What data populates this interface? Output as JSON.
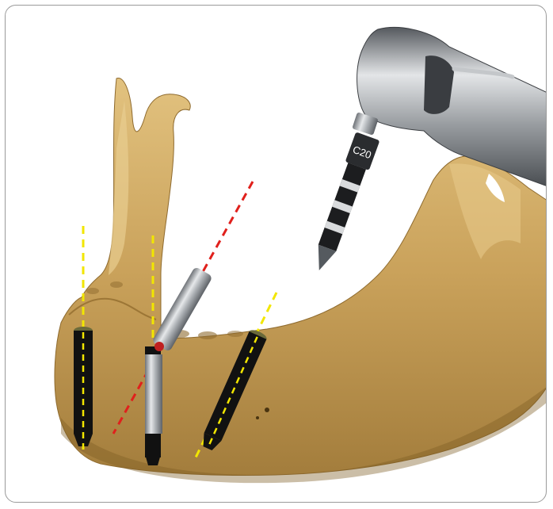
{
  "figure": {
    "drill_label": "C20",
    "colors": {
      "bone": "#c9a15a",
      "bone_light": "#e0bf7c",
      "bone_dark": "#8e6a2e",
      "implant_body": "#111111",
      "guide_line_yellow": "#f2e600",
      "guide_line_red": "#e0201c",
      "abutment_metal": "#b8bcc0",
      "handpiece_metal": "#9ea2a6",
      "frame_border": "#9a9a9a"
    },
    "icons": [
      "mandible",
      "implant",
      "angled-abutment",
      "dental-handpiece",
      "drill-bit",
      "trajectory-line"
    ]
  }
}
